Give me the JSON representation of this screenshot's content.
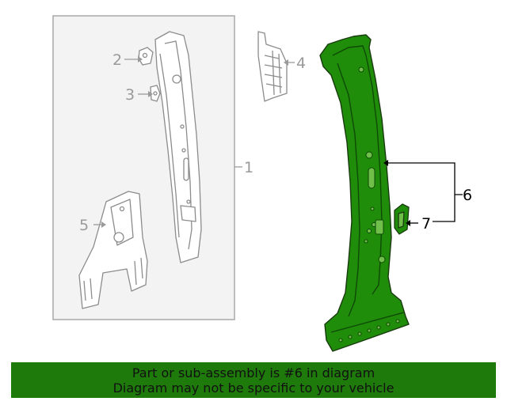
{
  "callouts": {
    "c1": "1",
    "c2": "2",
    "c3": "3",
    "c4": "4",
    "c5": "5",
    "c6": "6",
    "c7": "7"
  },
  "banner": {
    "line1": "Part or sub-assembly is #6 in diagram",
    "line2": "Diagram may not be specific to your vehicle"
  },
  "colors": {
    "highlight_part": "#1f8c0a",
    "banner_bg": "#1f7a0c",
    "grey_lines": "#9a9a9a"
  }
}
